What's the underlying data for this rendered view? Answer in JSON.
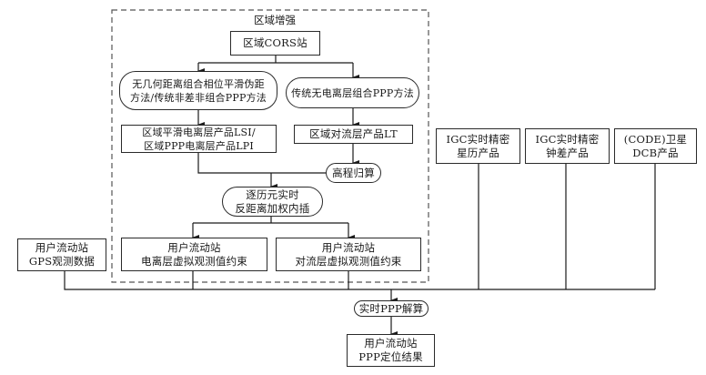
{
  "region_title": "区域增强",
  "nodes": {
    "cors": "区域CORS站",
    "method_left": "无几何距离组合相位平滑伪距\n方法/传统非差非组合PPP方法",
    "method_right": "传统无电离层组合PPP方法",
    "iono_product": "区域平滑电离层产品LSI/\n区域PPP电离层产品LPI",
    "tropo_product": "区域对流层产品LT",
    "elevation": "高程归算",
    "interpolation": "逐历元实时\n反距离加权内插",
    "iono_constraint": "用户流动站\n电离层虚拟观测值约束",
    "tropo_constraint": "用户流动站\n对流层虚拟观测值约束",
    "gps_data": "用户流动站\nGPS观测数据",
    "igc_orbit": "IGC实时精密\n星历产品",
    "igc_clock": "IGC实时精密\n钟差产品",
    "dcb": "(CODE)卫星\nDCB产品",
    "realtime_ppp": "实时PPP解算",
    "result": "用户流动站\nPPP定位结果"
  }
}
